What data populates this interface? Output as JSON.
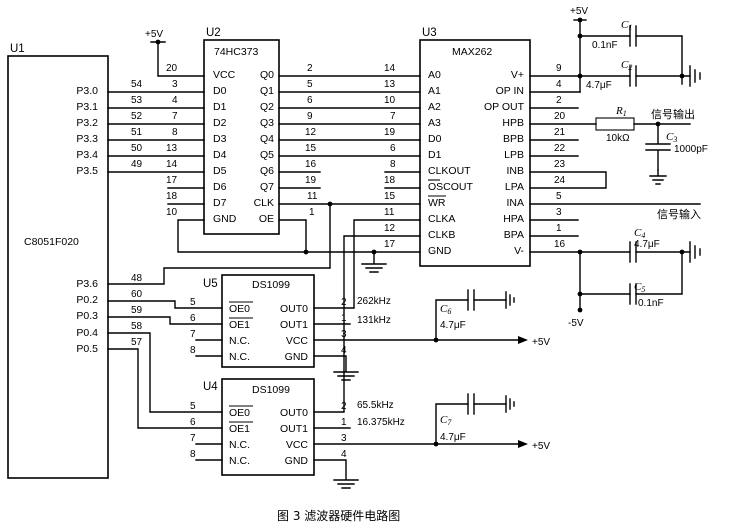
{
  "figure": {
    "caption": "图 3   滤波器硬件电路图"
  },
  "u1": {
    "ref": "U1",
    "part": "C8051F020",
    "pins": [
      {
        "name": "P3.0",
        "num": "54"
      },
      {
        "name": "P3.1",
        "num": "53"
      },
      {
        "name": "P3.2",
        "num": "52"
      },
      {
        "name": "P3.3",
        "num": "51"
      },
      {
        "name": "P3.4",
        "num": "50"
      },
      {
        "name": "P3.5",
        "num": "49"
      },
      {
        "name": "P3.6",
        "num": "48"
      },
      {
        "name": "P0.2",
        "num": "60"
      },
      {
        "name": "P0.3",
        "num": "59"
      },
      {
        "name": "P0.4",
        "num": "58"
      },
      {
        "name": "P0.5",
        "num": "57"
      }
    ]
  },
  "u2": {
    "ref": "U2",
    "part": "74HC373",
    "supply": "+5V",
    "left_pins": [
      {
        "name": "VCC",
        "num": "20"
      },
      {
        "name": "D0",
        "num": "3"
      },
      {
        "name": "D1",
        "num": "4"
      },
      {
        "name": "D2",
        "num": "7"
      },
      {
        "name": "D3",
        "num": "8"
      },
      {
        "name": "D4",
        "num": "13"
      },
      {
        "name": "D5",
        "num": "14"
      },
      {
        "name": "D6",
        "num": "17"
      },
      {
        "name": "D7",
        "num": "18"
      },
      {
        "name": "GND",
        "num": "10"
      }
    ],
    "right_pins": [
      {
        "name": "Q0",
        "num": "2"
      },
      {
        "name": "Q1",
        "num": "5"
      },
      {
        "name": "Q2",
        "num": "6"
      },
      {
        "name": "Q3",
        "num": "9"
      },
      {
        "name": "Q4",
        "num": "12"
      },
      {
        "name": "Q5",
        "num": "15"
      },
      {
        "name": "Q6",
        "num": "16"
      },
      {
        "name": "Q7",
        "num": "19"
      },
      {
        "name": "CLK",
        "num": "11"
      },
      {
        "name": "OE",
        "num": "1"
      }
    ]
  },
  "u3": {
    "ref": "U3",
    "part": "MAX262",
    "left_pins": [
      {
        "name": "A0",
        "num": "14"
      },
      {
        "name": "A1",
        "num": "13"
      },
      {
        "name": "A2",
        "num": "10"
      },
      {
        "name": "A3",
        "num": "7"
      },
      {
        "name": "D0",
        "num": "19"
      },
      {
        "name": "D1",
        "num": "6"
      },
      {
        "name": "CLKOUT",
        "num": "8"
      },
      {
        "name": "OSCOUT",
        "num": "18"
      },
      {
        "name": "WR",
        "num": "15"
      },
      {
        "name": "CLKA",
        "num": "11"
      },
      {
        "name": "CLKB",
        "num": "12"
      },
      {
        "name": "GND",
        "num": "17"
      }
    ],
    "right_pins": [
      {
        "name": "V+",
        "num": "9"
      },
      {
        "name": "OP IN",
        "num": "4"
      },
      {
        "name": "OP OUT",
        "num": "2"
      },
      {
        "name": "HPB",
        "num": "20"
      },
      {
        "name": "BPB",
        "num": "21"
      },
      {
        "name": "LPB",
        "num": "22"
      },
      {
        "name": "INB",
        "num": "23"
      },
      {
        "name": "LPA",
        "num": "24"
      },
      {
        "name": "INA",
        "num": "5"
      },
      {
        "name": "HPA",
        "num": "3"
      },
      {
        "name": "BPA",
        "num": "1"
      },
      {
        "name": "V-",
        "num": "16"
      }
    ]
  },
  "u5": {
    "ref": "U5",
    "part": "DS1099",
    "left_pins": [
      {
        "name": "OE0",
        "num": "5"
      },
      {
        "name": "OE1",
        "num": "6"
      },
      {
        "name": "N.C.",
        "num": "7"
      },
      {
        "name": "N.C.",
        "num": "8"
      }
    ],
    "right_pins": [
      {
        "name": "OUT0",
        "num": "2"
      },
      {
        "name": "OUT1",
        "num": "1"
      },
      {
        "name": "VCC",
        "num": "3"
      },
      {
        "name": "GND",
        "num": "4"
      }
    ],
    "freq_out0": "262kHz",
    "freq_out1": "131kHz"
  },
  "u4": {
    "ref": "U4",
    "part": "DS1099",
    "left_pins": [
      {
        "name": "OE0",
        "num": "5"
      },
      {
        "name": "OE1",
        "num": "6"
      },
      {
        "name": "N.C.",
        "num": "7"
      },
      {
        "name": "N.C.",
        "num": "8"
      }
    ],
    "right_pins": [
      {
        "name": "OUT0",
        "num": "2"
      },
      {
        "name": "OUT1",
        "num": "1"
      },
      {
        "name": "VCC",
        "num": "3"
      },
      {
        "name": "GND",
        "num": "4"
      }
    ],
    "freq_out0": "65.5kHz",
    "freq_out1": "16.375kHz"
  },
  "passives": {
    "c1": {
      "ref": "C",
      "sub": "1",
      "value": "0.1nF"
    },
    "c2": {
      "ref": "C",
      "sub": "2",
      "value": "4.7μF"
    },
    "c3": {
      "ref": "C",
      "sub": "3",
      "value": "1000pF"
    },
    "c4": {
      "ref": "C",
      "sub": "4",
      "value": "4.7μF"
    },
    "c5": {
      "ref": "C",
      "sub": "5",
      "value": "0.1nF"
    },
    "c6": {
      "ref": "C",
      "sub": "6",
      "value": "4.7μF"
    },
    "c7": {
      "ref": "C",
      "sub": "7",
      "value": "4.7μF"
    },
    "r1": {
      "ref": "R",
      "sub": "1",
      "value": "10kΩ"
    }
  },
  "rails": {
    "top_plus5": "+5V",
    "bottom_minus5": "-5V",
    "u5_vcc": "+5V",
    "u4_vcc": "+5V"
  },
  "signals": {
    "output": "信号输出",
    "input": "信号输入"
  }
}
